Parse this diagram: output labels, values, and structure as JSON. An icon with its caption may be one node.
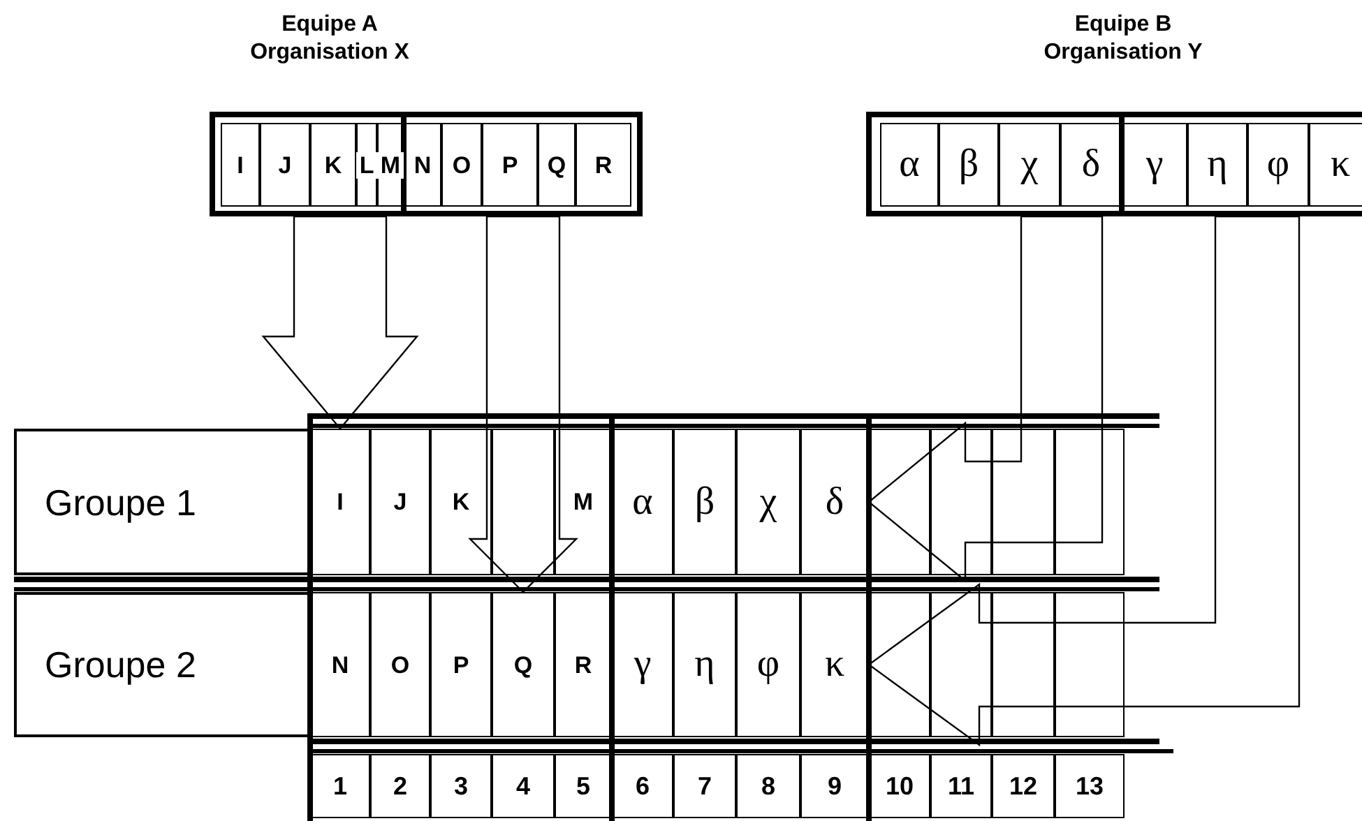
{
  "diagram": {
    "nodes": [
      {
        "text": [
          "Equipe A Organisation X"
        ]
      },
      {
        "text": [
          "I"
        ],
        "in": 0
      },
      {
        "text": [
          "J"
        ],
        "in": 0
      },
      {
        "text": [
          "K"
        ],
        "in": 0
      },
      {
        "text": [
          "L"
        ],
        "in": 0
      },
      {
        "text": [
          "M"
        ],
        "in": 0
      },
      {
        "text": [
          "N"
        ],
        "in": 0
      },
      {
        "text": [
          "O"
        ],
        "in": 0
      },
      {
        "text": [
          "P"
        ],
        "in": 0
      },
      {
        "text": [
          "Q"
        ],
        "in": 0
      },
      {
        "text": [
          "R"
        ],
        "in": 0
      },
      {
        "text": [
          "Equipe B Organisation Y"
        ]
      },
      {
        "text": [
          "α"
        ],
        "in": 11
      },
      {
        "text": [
          "β"
        ],
        "in": 11
      },
      {
        "text": [
          "χ"
        ],
        "in": 11
      },
      {
        "text": [
          "δ"
        ],
        "in": 11
      },
      {
        "text": [
          "γ"
        ],
        "in": 11
      },
      {
        "text": [
          "η"
        ],
        "in": 11
      },
      {
        "text": [
          "φ"
        ],
        "in": 11
      },
      {
        "text": [
          "κ"
        ],
        "in": 11
      },
      {
        "text": [
          "Groupe 1"
        ]
      },
      {
        "text": [
          "I"
        ]
      },
      {
        "text": [
          "J"
        ]
      },
      {
        "text": [
          "K"
        ]
      },
      {
        "text": [],
        "shape": "box"
      },
      {
        "text": [
          "M"
        ]
      },
      {
        "text": [
          "α"
        ]
      },
      {
        "text": [
          "β"
        ]
      },
      {
        "text": [
          "χ"
        ]
      },
      {
        "text": [
          "δ"
        ]
      },
      {
        "text": [],
        "shape": "box"
      },
      {
        "text": [],
        "shape": "box"
      },
      {
        "text": [],
        "shape": "box"
      },
      {
        "text": [],
        "shape": "box"
      },
      {
        "text": [
          "Groupe 2"
        ]
      },
      {
        "text": [
          "N"
        ]
      },
      {
        "text": [
          "O"
        ]
      },
      {
        "text": [
          "P"
        ]
      },
      {
        "text": [
          "Q"
        ]
      },
      {
        "text": [
          "R"
        ]
      },
      {
        "text": [
          "γ"
        ]
      },
      {
        "text": [
          "η"
        ]
      },
      {
        "text": [
          "φ"
        ]
      },
      {
        "text": [
          "κ"
        ]
      },
      {
        "text": [],
        "shape": "box"
      },
      {
        "text": [],
        "shape": "box"
      },
      {
        "text": [],
        "shape": "box"
      },
      {
        "text": [],
        "shape": "box"
      }
    ],
    "edges": [
      {
        "from": 0,
        "to": 21,
        "arrow": "to"
      },
      {
        "from": 0,
        "to": 38,
        "arrow": "to"
      },
      {
        "from": 11,
        "to": 29,
        "arrow": "to"
      },
      {
        "from": 11,
        "to": 43,
        "arrow": "to"
      }
    ],
    "labels": [
      "1",
      "2",
      "3",
      "4",
      "5",
      "6",
      "7",
      "8",
      "9",
      "10",
      "11",
      "12",
      "13"
    ]
  }
}
